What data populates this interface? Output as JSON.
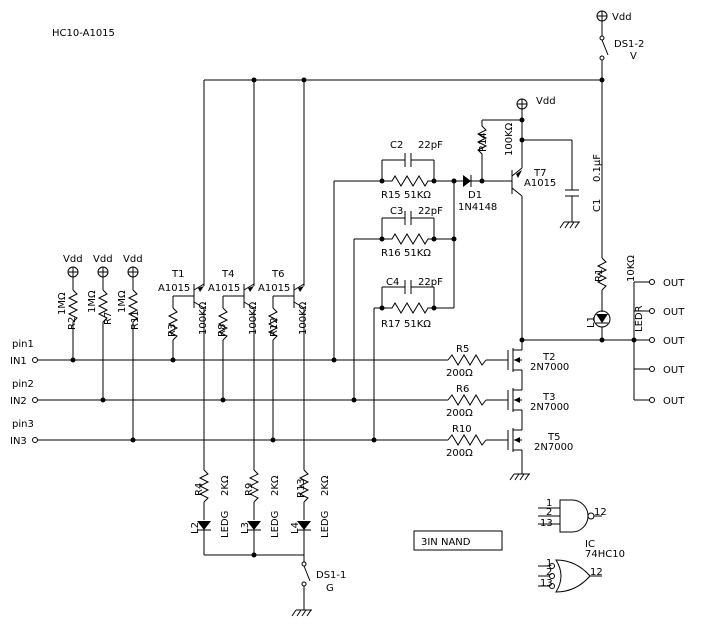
{
  "title": "HC10-A1015",
  "box_label": "3IN NAND",
  "supply": {
    "vdd_label": "Vdd",
    "ds1_2": "DS1-2",
    "ds1_2_sub": "V",
    "ds1_1": "DS1-1",
    "ds1_1_sub": "G"
  },
  "inputs": [
    {
      "pin": "pin1",
      "name": "IN1"
    },
    {
      "pin": "pin2",
      "name": "IN2"
    },
    {
      "pin": "pin3",
      "name": "IN3"
    }
  ],
  "pullups": [
    {
      "ref": "R2",
      "value": "1MΩ"
    },
    {
      "ref": "R7",
      "value": "1MΩ"
    },
    {
      "ref": "R11",
      "value": "1MΩ"
    }
  ],
  "pnp": [
    {
      "ref": "T1",
      "part": "A1015",
      "base_res": "R3",
      "base_res_val": "100KΩ"
    },
    {
      "ref": "T4",
      "part": "A1015",
      "base_res": "R8",
      "base_res_val": "100KΩ"
    },
    {
      "ref": "T6",
      "part": "A1015",
      "base_res": "R12",
      "base_res_val": "100KΩ"
    }
  ],
  "leds_low": [
    {
      "res": "R4",
      "res_val": "2KΩ",
      "led": "L2",
      "type": "LEDG"
    },
    {
      "res": "R9",
      "res_val": "2KΩ",
      "led": "L3",
      "type": "LEDG"
    },
    {
      "res": "R13",
      "res_val": "2KΩ",
      "led": "L4",
      "type": "LEDG"
    }
  ],
  "caps": [
    {
      "ref": "C2",
      "value": "22pF",
      "res": "R15",
      "res_val": "51KΩ"
    },
    {
      "ref": "C3",
      "value": "22pF",
      "res": "R16",
      "res_val": "51KΩ"
    },
    {
      "ref": "C4",
      "value": "22pF",
      "res": "R17",
      "res_val": "51KΩ"
    }
  ],
  "diode": {
    "ref": "D1",
    "part": "1N4148"
  },
  "t7": {
    "ref": "T7",
    "part": "A1015",
    "res": "R14",
    "res_val": "100KΩ"
  },
  "c1": {
    "ref": "C1",
    "value": "0.1μF"
  },
  "r1": {
    "ref": "R1",
    "value": "10KΩ"
  },
  "l1": {
    "ref": "L1",
    "type": "LEDR"
  },
  "nmos": [
    {
      "ref": "T2",
      "part": "2N7000",
      "res": "R5",
      "res_val": "200Ω"
    },
    {
      "ref": "T3",
      "part": "2N7000",
      "res": "R6",
      "res_val": "200Ω"
    },
    {
      "ref": "T5",
      "part": "2N7000",
      "res": "R10",
      "res_val": "200Ω"
    }
  ],
  "outputs": [
    "OUT",
    "OUT",
    "OUT",
    "OUT",
    "OUT"
  ],
  "ic": {
    "label": "IC",
    "part": "74HC10",
    "pins_in": [
      "1",
      "2",
      "13"
    ],
    "pin_out": "12"
  }
}
